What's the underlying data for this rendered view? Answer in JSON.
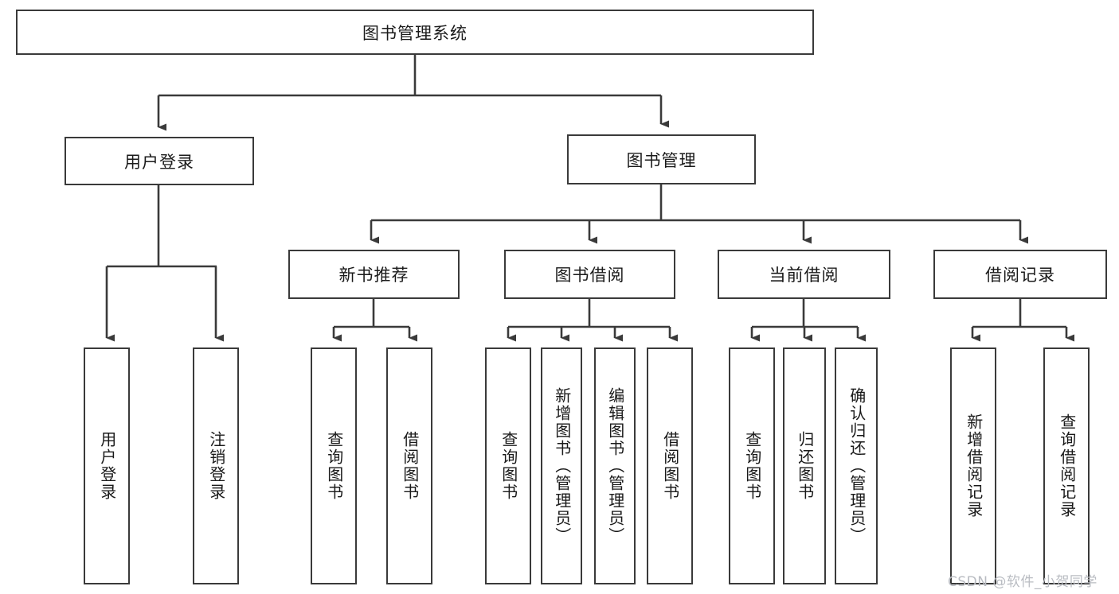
{
  "diagram": {
    "type": "hierarchy-tree",
    "title": "图书管理系统",
    "watermark": "CSDN @软件_小贺同学",
    "colors": {
      "stroke": "#3a3a3a",
      "box_fill": "#ffffff",
      "text": "#1a1a1a",
      "watermark": "#b9bcc2",
      "background": "#ffffff"
    },
    "nodes": {
      "root": {
        "label": "图书管理系统"
      },
      "level1": [
        {
          "id": "user-login",
          "label": "用户登录"
        },
        {
          "id": "book-management",
          "label": "图书管理"
        }
      ],
      "level2": [
        {
          "id": "new-book-recommend",
          "label": "新书推荐",
          "parent": "book-management"
        },
        {
          "id": "book-borrow",
          "label": "图书借阅",
          "parent": "book-management"
        },
        {
          "id": "current-borrow",
          "label": "当前借阅",
          "parent": "book-management"
        },
        {
          "id": "borrow-record",
          "label": "借阅记录",
          "parent": "book-management"
        }
      ],
      "leaves": [
        {
          "id": "leaf-user-login",
          "label": "用户登录",
          "parent": "user-login"
        },
        {
          "id": "leaf-logout-login",
          "label": "注销登录",
          "parent": "user-login"
        },
        {
          "id": "leaf-query-book-1",
          "label": "查询图书",
          "parent": "new-book-recommend"
        },
        {
          "id": "leaf-borrow-book-1",
          "label": "借阅图书",
          "parent": "new-book-recommend"
        },
        {
          "id": "leaf-query-book-2",
          "label": "查询图书",
          "parent": "book-borrow"
        },
        {
          "id": "leaf-add-book",
          "label": "新增图书（管理员）",
          "parent": "book-borrow"
        },
        {
          "id": "leaf-edit-book",
          "label": "编辑图书（管理员）",
          "parent": "book-borrow"
        },
        {
          "id": "leaf-borrow-book-2",
          "label": "借阅图书",
          "parent": "book-borrow"
        },
        {
          "id": "leaf-query-book-3",
          "label": "查询图书",
          "parent": "current-borrow"
        },
        {
          "id": "leaf-return-book",
          "label": "归还图书",
          "parent": "current-borrow"
        },
        {
          "id": "leaf-confirm-return",
          "label": "确认归还（管理员）",
          "parent": "current-borrow"
        },
        {
          "id": "leaf-add-record",
          "label": "新增借阅记录",
          "parent": "borrow-record"
        },
        {
          "id": "leaf-query-record",
          "label": "查询借阅记录",
          "parent": "borrow-record"
        }
      ]
    }
  }
}
